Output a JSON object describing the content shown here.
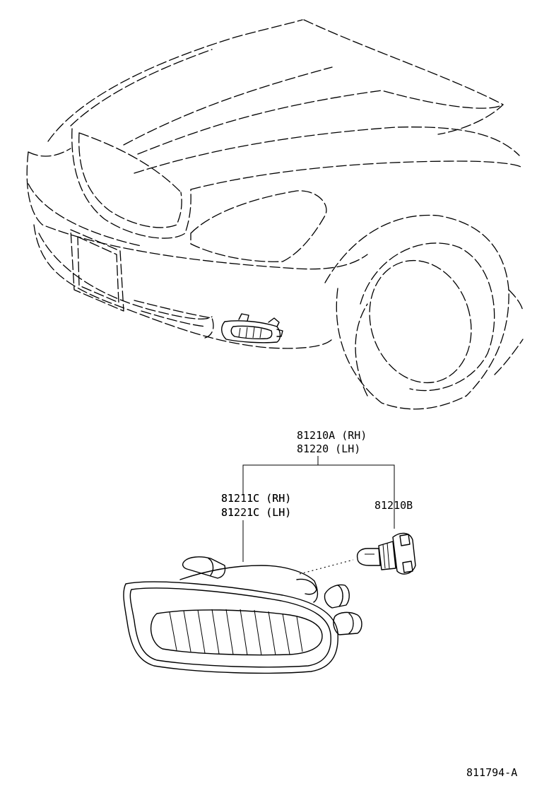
{
  "callouts": {
    "assembly_rh": "81210A (RH)",
    "assembly_lh": "81220 (LH)",
    "unit_rh": "81211C (RH)",
    "unit_lh": "81221C (LH)",
    "bulb": "81210B"
  },
  "figure_id": "811794-A",
  "colors": {
    "line": "#000000",
    "background": "#ffffff"
  }
}
